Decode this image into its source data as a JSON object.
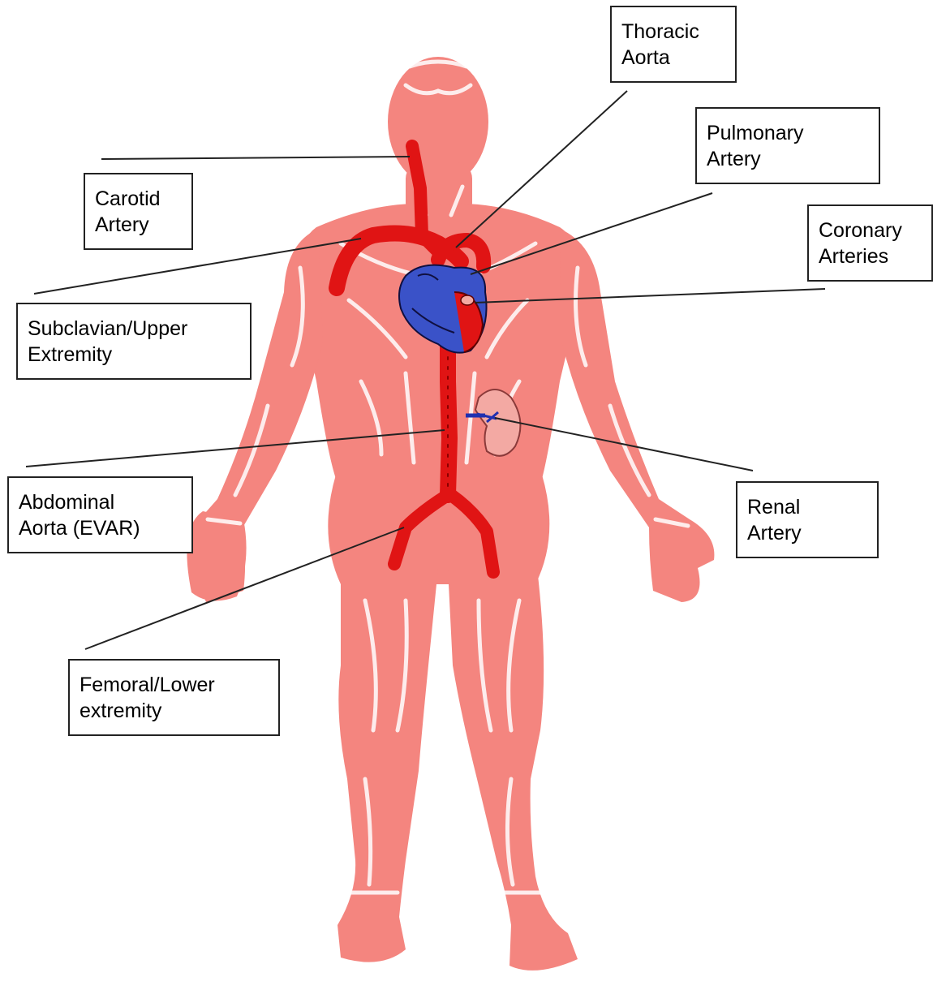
{
  "labels": {
    "thoracic_aorta": [
      "Thoracic",
      "Aorta"
    ],
    "pulmonary_artery": [
      "Pulmonary",
      "Artery"
    ],
    "carotid_artery": [
      "Carotid",
      "Artery"
    ],
    "coronary_arteries": [
      "Coronary",
      "Arteries"
    ],
    "subclavian": [
      "Subclavian/Upper",
      "Extremity"
    ],
    "abdominal_aorta": [
      "Abdominal",
      "Aorta (EVAR)"
    ],
    "renal_artery": [
      "Renal",
      "Artery"
    ],
    "femoral": [
      "Femoral/Lower",
      "extremity"
    ]
  },
  "colors": {
    "body": "#f4857f",
    "body_highlight": "#ffffff",
    "artery": "#e01414",
    "artery_dark": "#8a0000",
    "heart_blue": "#3a52c8",
    "kidney": "#f3a9a3",
    "leader_line": "#222222"
  }
}
